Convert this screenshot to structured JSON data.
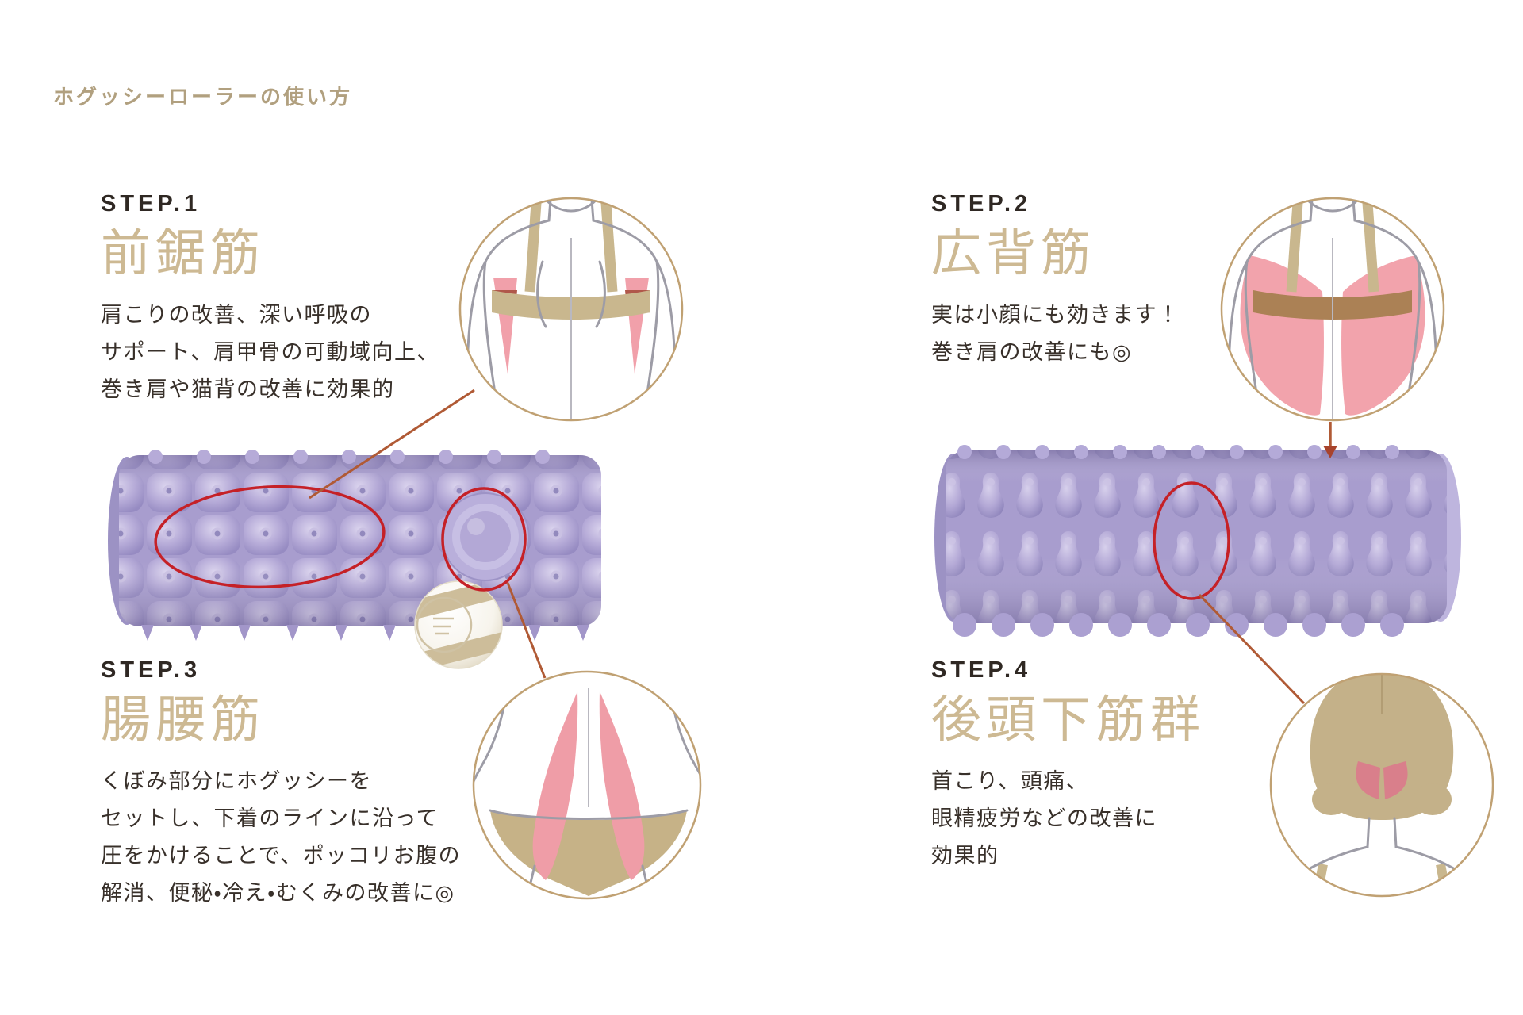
{
  "page": {
    "title": "ホグッシーローラーの使い方"
  },
  "steps": [
    {
      "label": "STEP.1",
      "muscle": "前鋸筋",
      "lines": [
        "肩こりの改善、深い呼吸の",
        "サポート、肩甲骨の可動域向上、",
        "巻き肩や猫背の改善に効果的"
      ],
      "illustration": "upper-back-serratus-anterior"
    },
    {
      "label": "STEP.2",
      "muscle": "広背筋",
      "lines": [
        "実は小顔にも効きます！",
        "巻き肩の改善にも◎"
      ],
      "illustration": "upper-back-latissimus-dorsi"
    },
    {
      "label": "STEP.3",
      "muscle": "腸腰筋",
      "lines": [
        "くぼみ部分にホグッシーを",
        "セットし、下着のラインに沿って",
        "圧をかけることで、ポッコリお腹の",
        "解消、便秘・冷え・むくみの改善に◎"
      ],
      "illustration": "pelvis-iliopsoas"
    },
    {
      "label": "STEP.4",
      "muscle": "後頭下筋群",
      "lines": [
        "首こり、頭痛、",
        "眼精疲労などの改善に",
        "効果的"
      ],
      "illustration": "head-suboccipital-muscles"
    }
  ],
  "illustrations": {
    "roller_1": "nub-foam-roller-with-vibration-disc",
    "roller_2": "gourd-nub-foam-roller",
    "ball": "striped-ball-attachment",
    "down_arrow": "arrow-pointing-to-roller"
  },
  "colors": {
    "title_tan": "#b1a07f",
    "muscle_name_tan": "#cdb993",
    "text_dark": "#38302a",
    "highlight_red": "#c52127",
    "connector_rust": "#b05a35",
    "roller_purple": "#b3a9d6",
    "muscle_pink": "#f1a0aa",
    "clothing_tan": "#c9b78e",
    "circle_outline_tan": "#c0a173",
    "body_outline_gray": "#9d9ca6"
  }
}
